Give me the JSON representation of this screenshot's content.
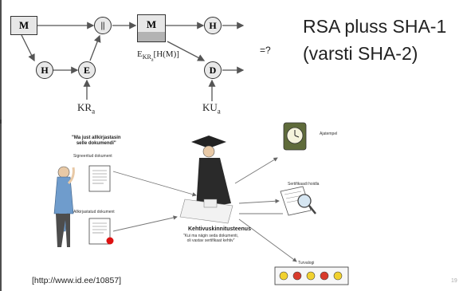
{
  "diagram": {
    "box_m_left": "M",
    "box_m_right": "M",
    "hash_left": "H",
    "hash_right": "H",
    "encrypt": "E",
    "decrypt": "D",
    "concat": "||",
    "compare": "=?",
    "signature_label": "E",
    "signature_sub": "KR",
    "signature_subsub": "a",
    "signature_arg": "[H(M)]",
    "private_key": "KR",
    "private_key_sub": "a",
    "public_key": "KU",
    "public_key_sub": "a"
  },
  "title": {
    "line1": "RSA pluss SHA-1",
    "line2": "(varsti SHA-2)"
  },
  "illustration": {
    "quote": "\"Ma just allkirjastasin\nselle dokumendi\"",
    "signed_doc": "Signeeritud dokument",
    "signed_doc2": "Allkirjastatud dokument",
    "timestamp": "Ajatempel",
    "cert_store": "Sertifikaadi hoidla",
    "service": "Kehtivuskinnitusteenus",
    "service_quote": "\"Kui ma nägin seda dokumenti,\noli vastav sertifikaat kehtiv\"",
    "log": "Turvalogi"
  },
  "footer": {
    "source": "[http://www.id.ee/10857]",
    "page": "19"
  }
}
